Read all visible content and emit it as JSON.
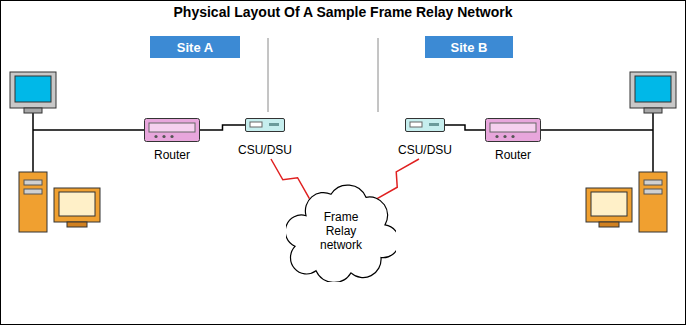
{
  "diagram": {
    "title": "Physical Layout Of A Sample Frame Relay Network",
    "nodes": [
      {
        "text": [
          "Site A"
        ]
      },
      {
        "text": [
          "Site B"
        ]
      },
      {
        "text": [
          "Router"
        ]
      },
      {
        "text": [
          "CSU/DSU"
        ]
      },
      {
        "text": [
          "CSU/DSU"
        ]
      },
      {
        "text": [
          "Router"
        ]
      },
      {
        "text": [
          "Frame Relay network"
        ]
      }
    ],
    "edges": [
      {
        "from": 2,
        "to": 3,
        "arrow": "none"
      },
      {
        "from": 3,
        "to": 6,
        "arrow": "none"
      },
      {
        "from": 4,
        "to": 6,
        "arrow": "none"
      },
      {
        "from": 4,
        "to": 5,
        "arrow": "none"
      }
    ]
  }
}
